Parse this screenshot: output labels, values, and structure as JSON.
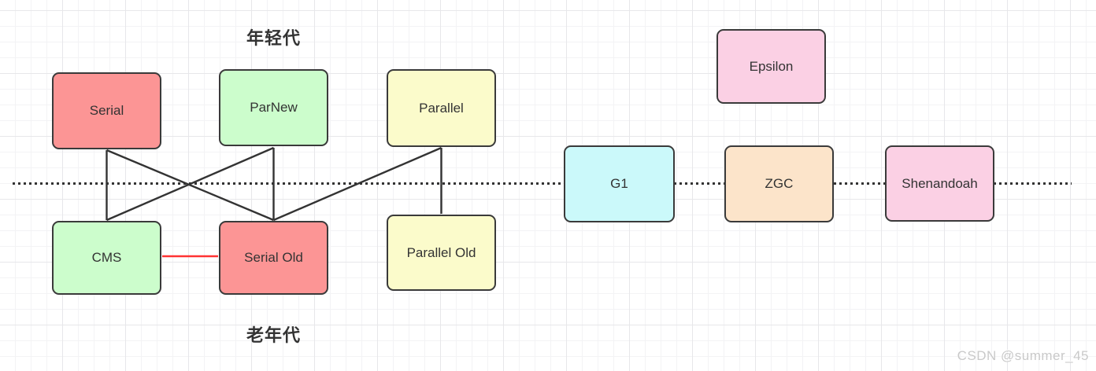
{
  "diagram": {
    "title_context": "JVM garbage collectors diagram",
    "labels": {
      "young_generation": "年轻代",
      "old_generation": "老年代"
    },
    "nodes": [
      {
        "id": "serial",
        "label": "Serial",
        "fill": "#FC9595",
        "generation": "young"
      },
      {
        "id": "parnew",
        "label": "ParNew",
        "fill": "#CCFDCC",
        "generation": "young"
      },
      {
        "id": "parallel",
        "label": "Parallel",
        "fill": "#FBFBCB",
        "generation": "young"
      },
      {
        "id": "cms",
        "label": "CMS",
        "fill": "#CCFDCC",
        "generation": "old"
      },
      {
        "id": "serial_old",
        "label": "Serial Old",
        "fill": "#FC9595",
        "generation": "old"
      },
      {
        "id": "parallel_old",
        "label": "Parallel Old",
        "fill": "#FBFBCB",
        "generation": "old"
      },
      {
        "id": "g1",
        "label": "G1",
        "fill": "#CBF9FA",
        "generation": "both"
      },
      {
        "id": "zgc",
        "label": "ZGC",
        "fill": "#FCE4CA",
        "generation": "both"
      },
      {
        "id": "shenandoah",
        "label": "Shenandoah",
        "fill": "#FBD0E4",
        "generation": "both"
      },
      {
        "id": "epsilon",
        "label": "Epsilon",
        "fill": "#FBD0E4",
        "generation": "none"
      }
    ],
    "edges": [
      {
        "from": "serial",
        "to": "cms",
        "color": "#333333"
      },
      {
        "from": "serial",
        "to": "serial_old",
        "color": "#333333"
      },
      {
        "from": "parnew",
        "to": "cms",
        "color": "#333333"
      },
      {
        "from": "parnew",
        "to": "serial_old",
        "color": "#333333"
      },
      {
        "from": "parallel",
        "to": "serial_old",
        "color": "#333333"
      },
      {
        "from": "parallel",
        "to": "parallel_old",
        "color": "#333333"
      },
      {
        "from": "cms",
        "to": "serial_old",
        "color": "#FF3333"
      }
    ],
    "colors": {
      "edge": "#333333",
      "highlight_edge": "#FF3333",
      "node_border": "#3A3A3A",
      "text": "#333333",
      "timeline_dots": "#333333",
      "watermark": "#C9C9C9"
    },
    "watermark": "CSDN @summer_45"
  }
}
